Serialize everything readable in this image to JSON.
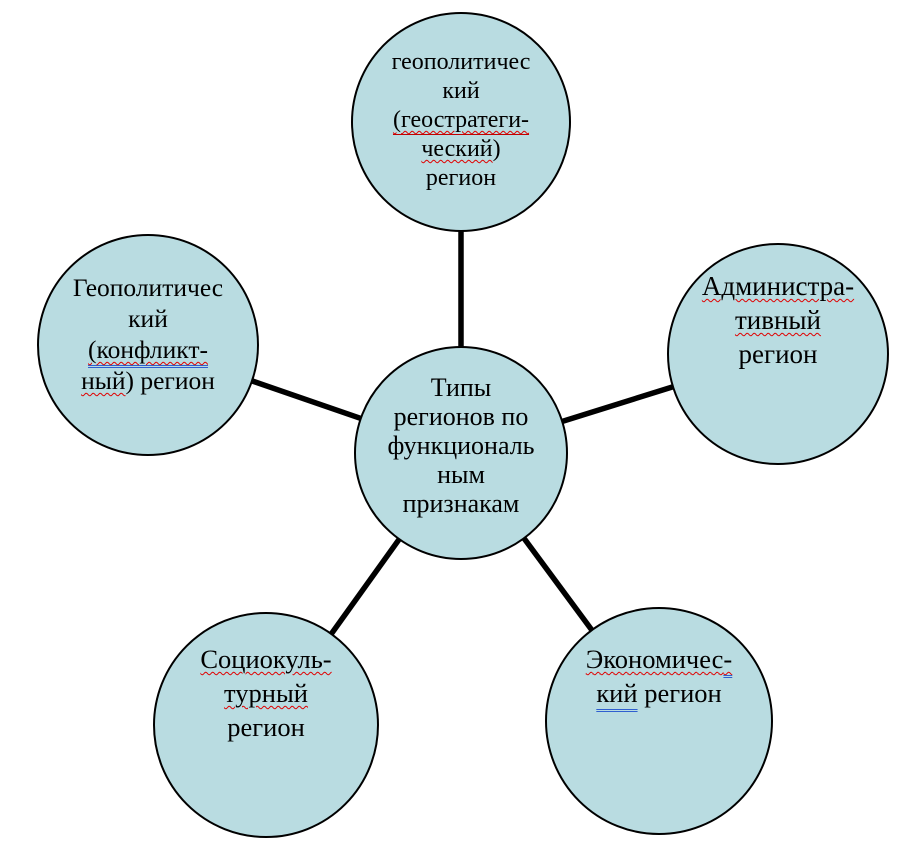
{
  "diagram": {
    "title": "Типы регионов по функциональным признакам",
    "node_fill": "#b9dce1",
    "node_border": "#000000",
    "connector_color": "#000000",
    "spelling_underline_color": "#e00000",
    "grammar_underline_color": "#2f5fd0",
    "hyphenation_underline_color": "#c00000",
    "nodes": [
      {
        "id": "center",
        "label": "Типы регионов по функциональным признакам",
        "lines": [
          [
            {
              "t": "Типы"
            }
          ],
          [
            {
              "t": "регионов по"
            }
          ],
          [
            {
              "t": "функциональ"
            }
          ],
          [
            {
              "t": "ным"
            }
          ],
          [
            {
              "t": "признакам"
            }
          ]
        ]
      },
      {
        "id": "geostrategic",
        "label": "геополитический (геостратегический) регион",
        "lines": [
          [
            {
              "t": "геополитичес"
            }
          ],
          [
            {
              "t": "кий"
            }
          ],
          [
            {
              "t": "(геостратеги-",
              "u": "spl sp"
            }
          ],
          [
            {
              "t": "ческий",
              "u": "sp"
            },
            {
              "t": ")"
            }
          ],
          [
            {
              "t": "регион"
            }
          ]
        ]
      },
      {
        "id": "conflict",
        "label": "Геополитический (конфликтный) регион",
        "lines": [
          [
            {
              "t": "Геополитичес"
            }
          ],
          [
            {
              "t": "кий"
            }
          ],
          [
            {
              "t": "(конфликт-",
              "u": "gr sp"
            }
          ],
          [
            {
              "t": "ный",
              "u": "sp"
            },
            {
              "t": ") регион"
            }
          ]
        ]
      },
      {
        "id": "administrative",
        "label": "Административный регион",
        "lines": [
          [
            {
              "t": "Администра-",
              "u": "sp"
            }
          ],
          [
            {
              "t": "тивный",
              "u": "sp"
            }
          ],
          [
            {
              "t": "регион"
            }
          ]
        ]
      },
      {
        "id": "sociocultural",
        "label": "Социокультурный регион",
        "lines": [
          [
            {
              "t": "Социокуль-",
              "u": "sp"
            }
          ],
          [
            {
              "t": "турный",
              "u": "sp"
            }
          ],
          [
            {
              "t": "регион"
            }
          ]
        ]
      },
      {
        "id": "economic",
        "label": "Экономический регион",
        "lines": [
          [
            {
              "t": "Экономичес",
              "u": "sp"
            },
            {
              "t": "-",
              "u": "sp gr"
            }
          ],
          [
            {
              "t": "кий",
              "u": "gr"
            },
            {
              "t": " регион"
            }
          ]
        ]
      }
    ]
  }
}
